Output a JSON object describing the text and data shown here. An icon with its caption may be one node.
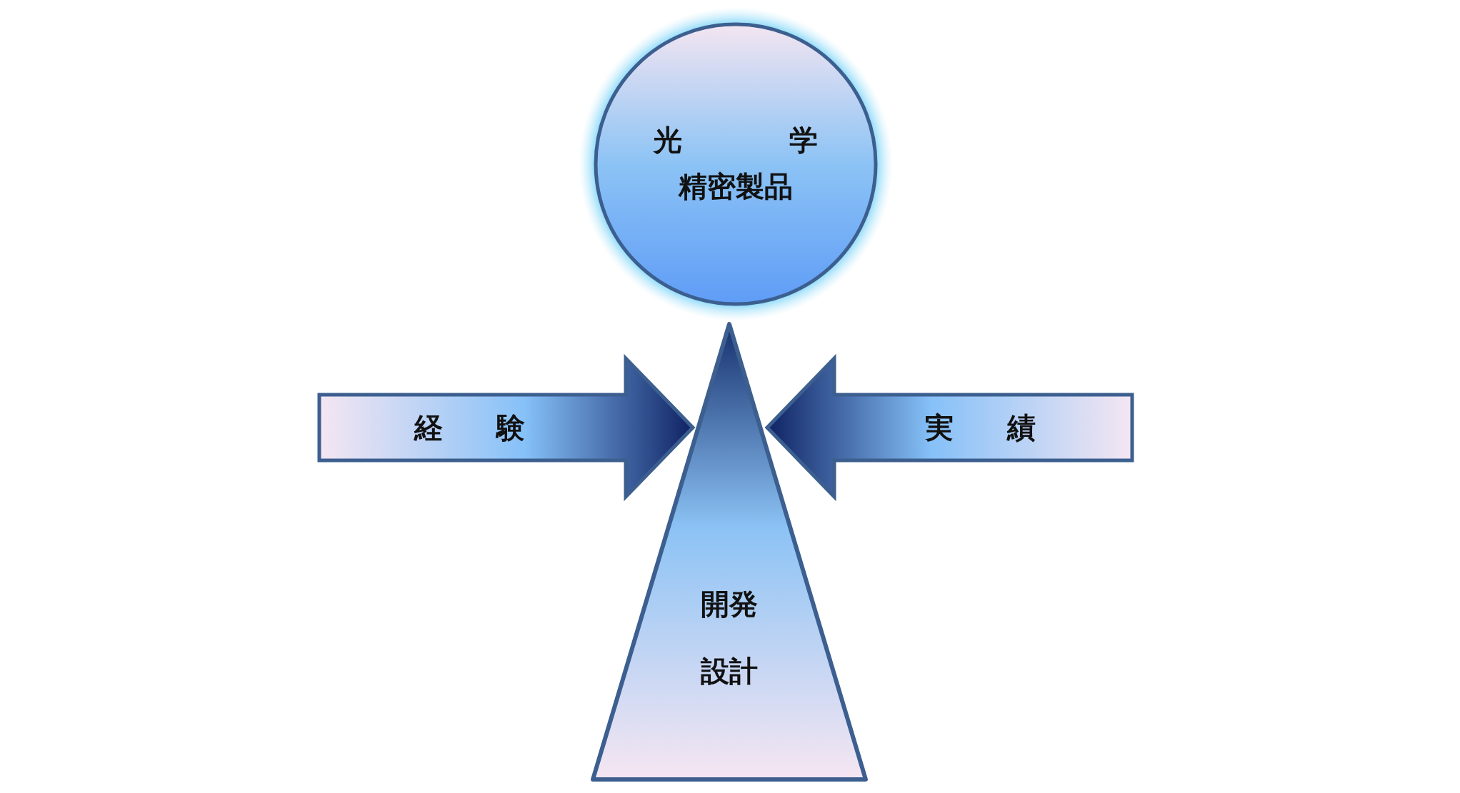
{
  "diagram": {
    "nodes": [
      {
        "text": [
          "光学",
          "精密製品"
        ]
      },
      {
        "text": [
          "開発",
          "設計"
        ]
      },
      {
        "text": [
          "経験"
        ]
      },
      {
        "text": [
          "実績"
        ]
      }
    ]
  }
}
